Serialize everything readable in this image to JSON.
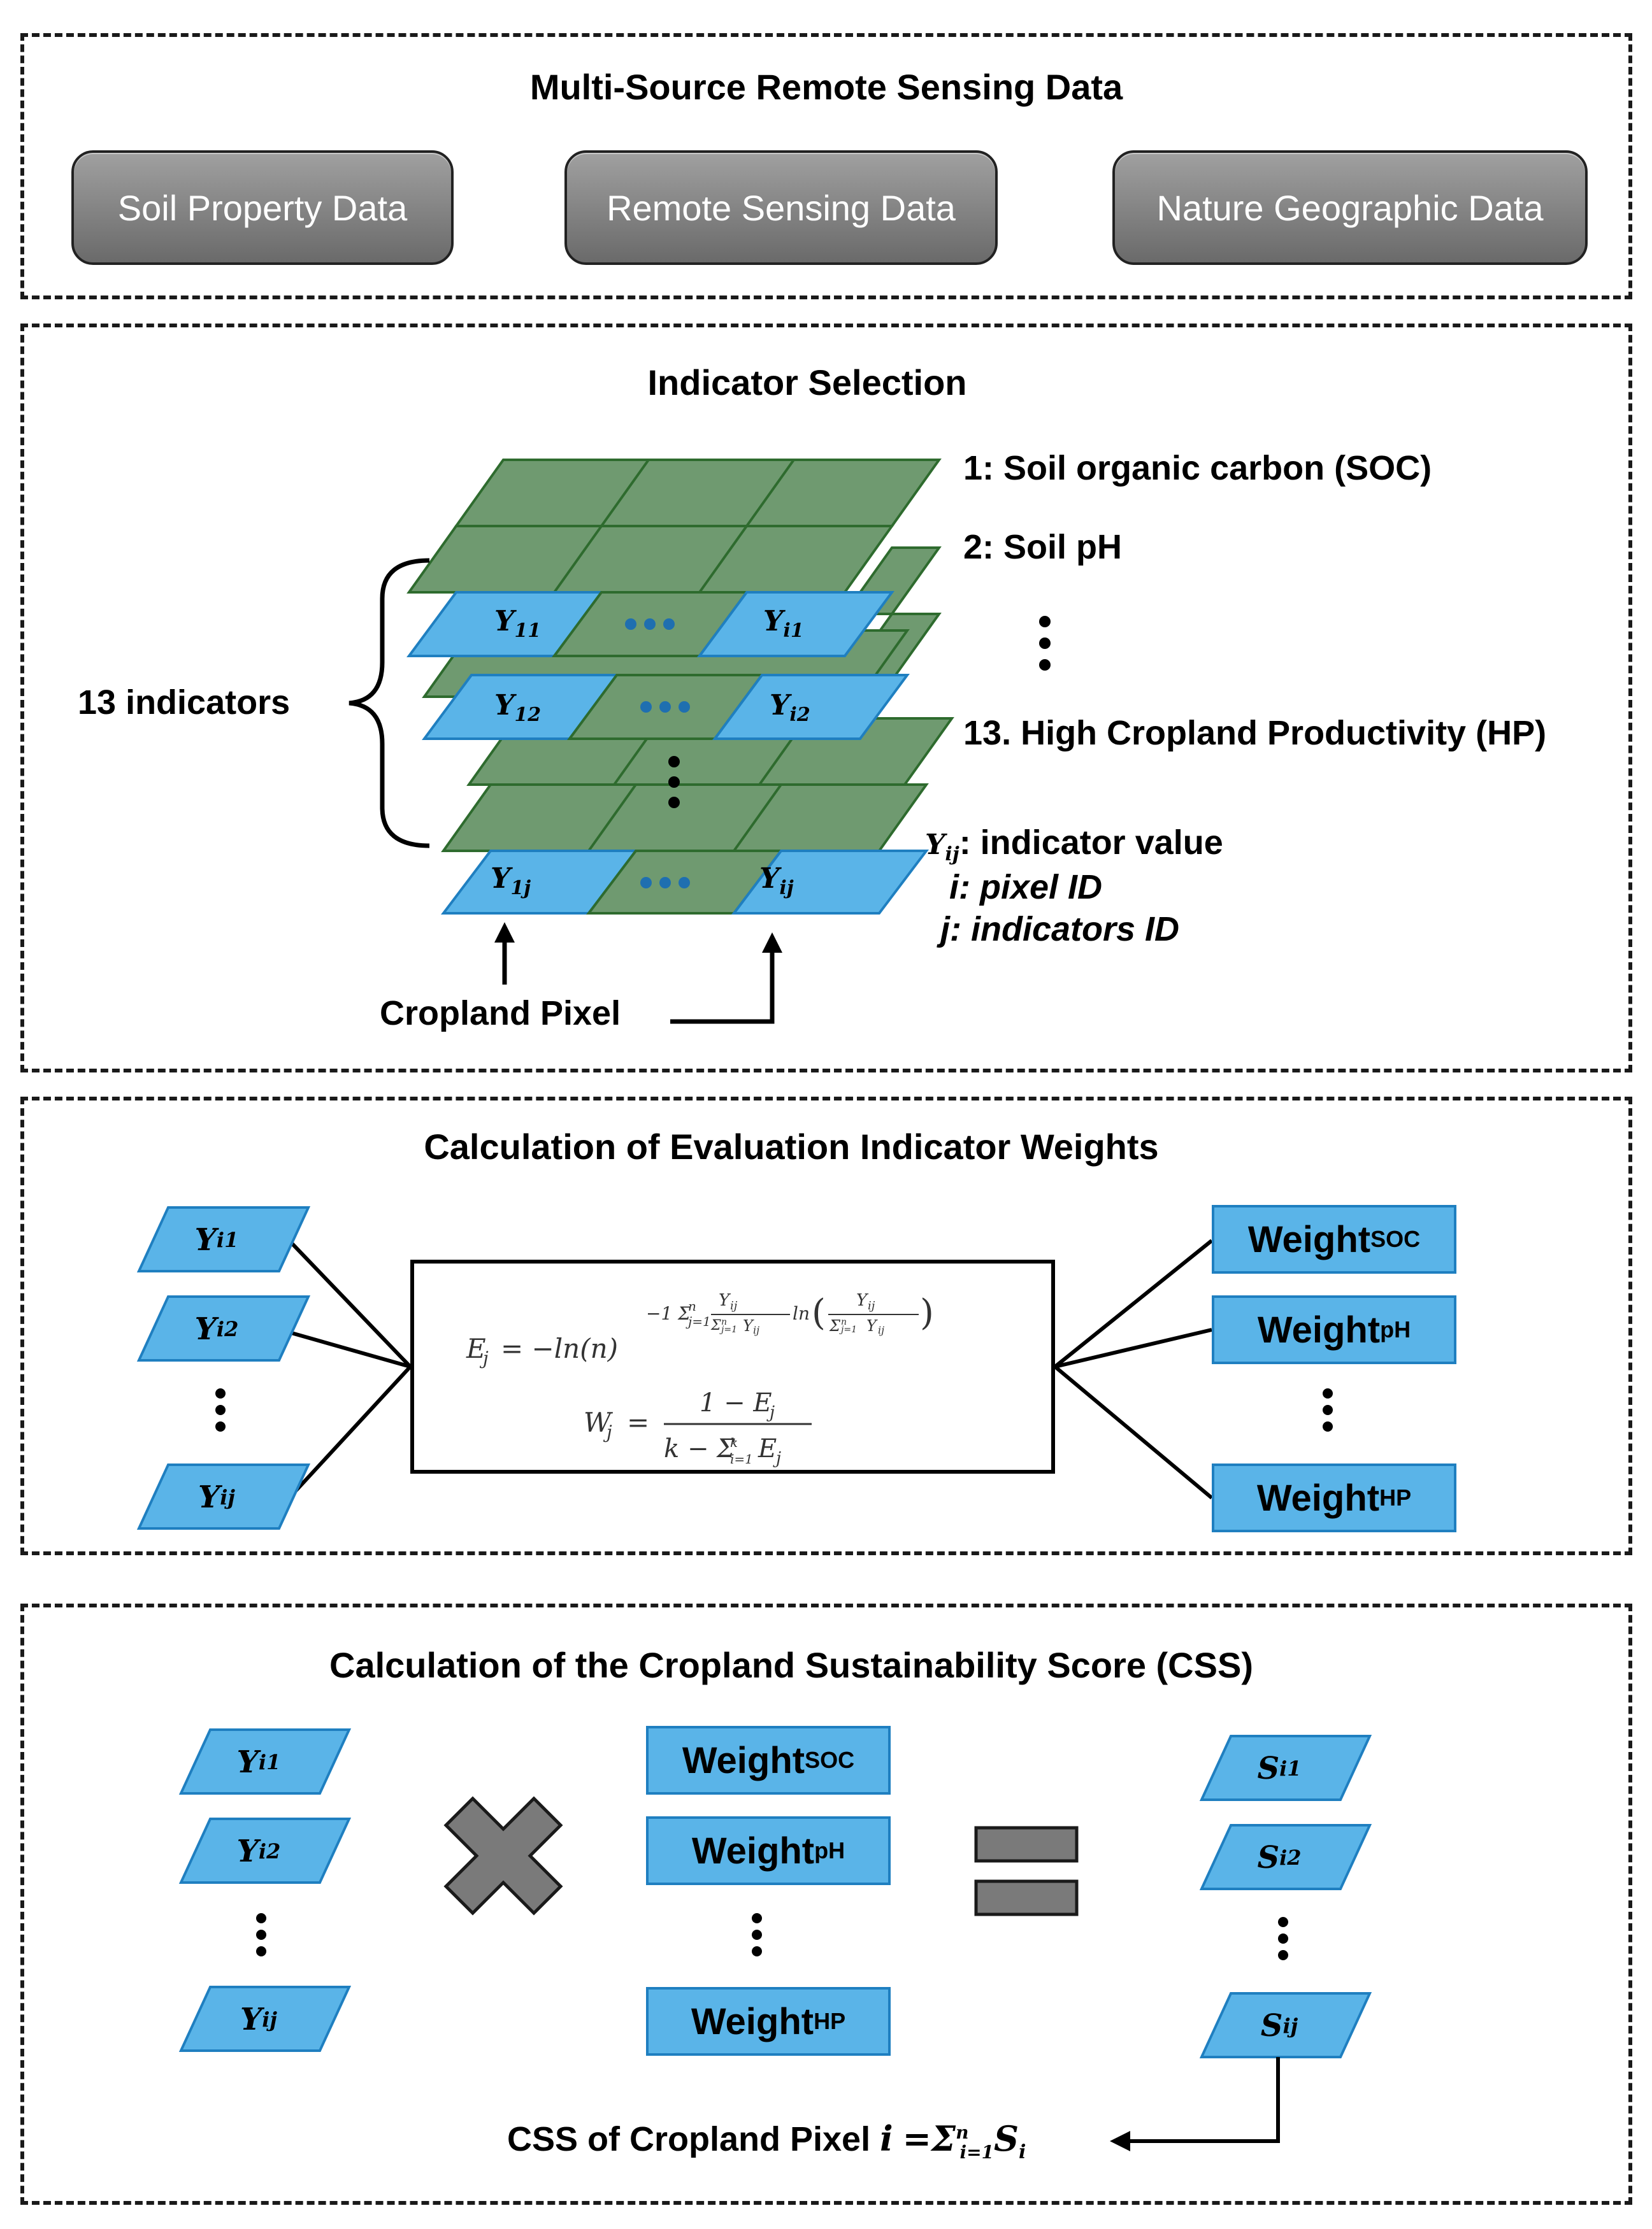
{
  "section1": {
    "title": "Multi-Source Remote Sensing Data",
    "boxes": [
      "Soil Property Data",
      "Remote Sensing Data",
      "Nature Geographic Data"
    ]
  },
  "section2": {
    "title": "Indicator Selection",
    "brace_label": "13 indicators",
    "indicator_list": [
      "1: Soil organic carbon (SOC)",
      "2: Soil pH",
      "13. High Cropland Productivity (HP)"
    ],
    "grid_cells": {
      "layer1": [
        "Y11",
        "Yi1"
      ],
      "layer2": [
        "Y12",
        "Yi2"
      ],
      "layer3": [
        "Y1j",
        "Yij"
      ]
    },
    "legend": {
      "yij": ": indicator value",
      "i": "i: pixel ID",
      "j": "j: indicators ID"
    },
    "cropland_pixel": "Cropland Pixel"
  },
  "section3": {
    "title": "Calculation of Evaluation Indicator Weights",
    "inputs": [
      "i1",
      "i2",
      "ij"
    ],
    "formula_E": "E_j = −ln(n)^{-1} Σ_{j=1}^{n} (Y_ij / Σ_{j=1}^{n} Y_ij) ln(Y_ij / Σ_{j=1}^{n} Y_ij)",
    "formula_W": "W_j = (1 − E_j) / (k − Σ_{i=1}^{k} E_j)",
    "weights": [
      {
        "main": "Weight",
        "sub": "SOC"
      },
      {
        "main": "Weight",
        "sub": "pH"
      },
      {
        "main": "Weight",
        "sub": "HP"
      }
    ]
  },
  "section4": {
    "title": "Calculation of the Cropland Sustainability Score (CSS)",
    "inputs": [
      "i1",
      "i2",
      "ij"
    ],
    "weights": [
      {
        "main": "Weight",
        "sub": "SOC"
      },
      {
        "main": "Weight",
        "sub": "pH"
      },
      {
        "main": "Weight",
        "sub": "HP"
      }
    ],
    "scores": [
      "i1",
      "i2",
      "ij"
    ],
    "css_label": "CSS of Cropland Pixel",
    "css_i": "i",
    "css_eq": "="
  },
  "colors": {
    "green_cell": "#6e9a6e",
    "green_border": "#2e6b2e",
    "blue_cell": "#5ab4e8",
    "blue_border": "#1f7fc0",
    "gray_box": "#7a7a7a"
  }
}
